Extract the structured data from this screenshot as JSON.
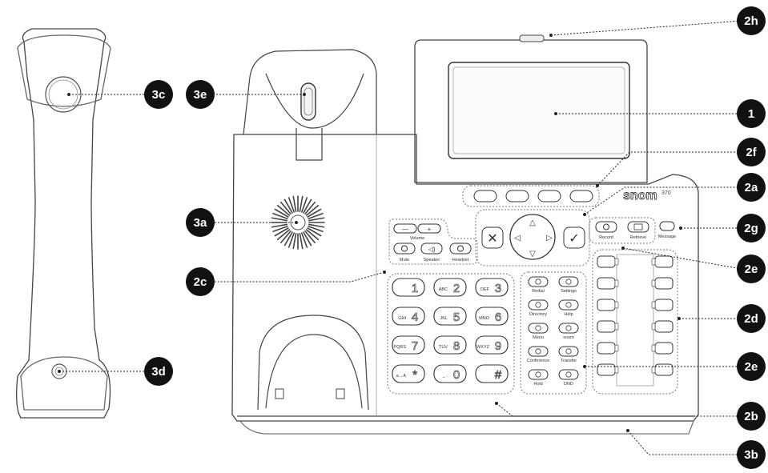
{
  "phone": {
    "brand": "snom",
    "model": "370",
    "volume_label": "Volume",
    "mute_label": "Mute",
    "speaker_label": "Speaker",
    "headset_label": "Headset",
    "record_label": "Record",
    "retrieve_label": "Retrieve",
    "message_label": "Message",
    "keypad": [
      {
        "sub": "",
        "main": "1"
      },
      {
        "sub": "ABC",
        "main": "2"
      },
      {
        "sub": "DEF",
        "main": "3"
      },
      {
        "sub": "GHI",
        "main": "4"
      },
      {
        "sub": "JKL",
        "main": "5"
      },
      {
        "sub": "MNO",
        "main": "6"
      },
      {
        "sub": "PQRS",
        "main": "7"
      },
      {
        "sub": "TUV",
        "main": "8"
      },
      {
        "sub": "WXYZ",
        "main": "9"
      },
      {
        "sub": "a→A",
        "main": "*"
      },
      {
        "sub": "_ .",
        "main": "0"
      },
      {
        "sub": "",
        "main": "#"
      }
    ],
    "function_keys": {
      "redial": "Redial",
      "settings": "Settings",
      "directory": "Directory",
      "help": "Help",
      "menu": "Menu",
      "snom": "snom",
      "conference": "Conference",
      "transfer": "Transfer",
      "hold": "Hold",
      "dnd": "DND"
    }
  },
  "callouts": {
    "c1": "1",
    "c2a": "2a",
    "c2b": "2b",
    "c2c": "2c",
    "c2d": "2d",
    "c2e_top": "2e",
    "c2e_bottom": "2e",
    "c2f": "2f",
    "c2g": "2g",
    "c2h": "2h",
    "c3a": "3a",
    "c3b": "3b",
    "c3c": "3c",
    "c3d": "3d",
    "c3e": "3e"
  }
}
